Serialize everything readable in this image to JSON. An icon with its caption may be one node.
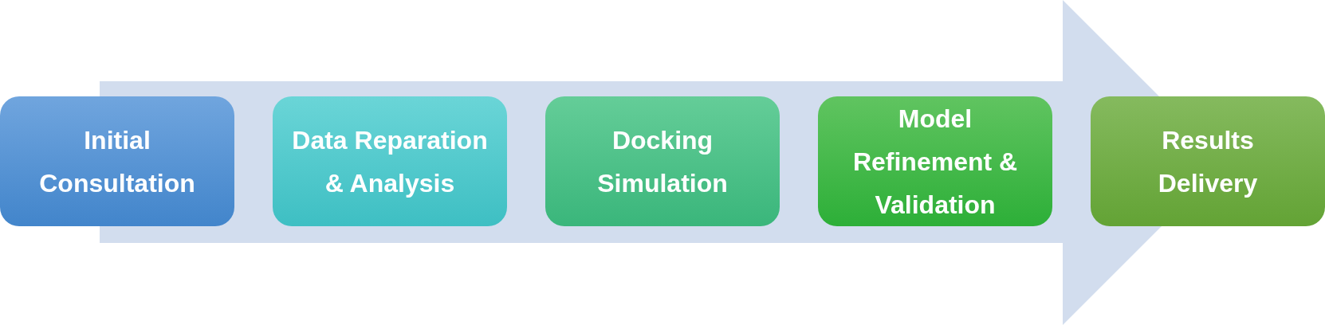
{
  "diagram": {
    "nodes": [
      {
        "text": [
          "Initial Consultation"
        ]
      },
      {
        "text": [
          "Data Reparation & Analysis"
        ]
      },
      {
        "text": [
          "Docking Simulation"
        ]
      },
      {
        "text": [
          "Model Refinement & Validation"
        ]
      },
      {
        "text": [
          "Results Delivery"
        ]
      }
    ]
  }
}
